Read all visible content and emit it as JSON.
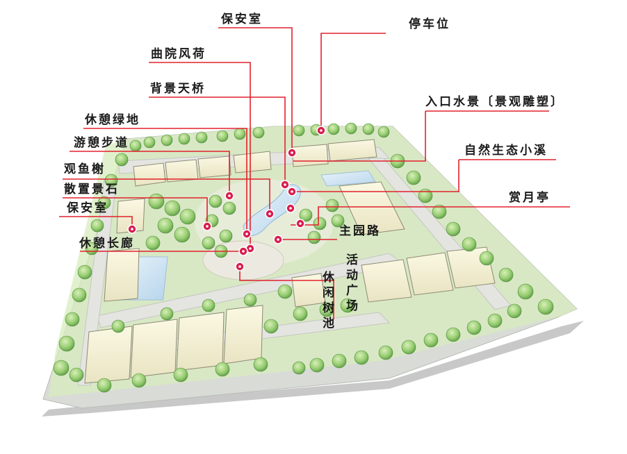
{
  "labels": {
    "security_top": "保安室",
    "parking": "停车位",
    "curved_lotus": "曲院风荷",
    "back_bridge": "背景天桥",
    "entrance_water": "入口水景〔景观雕塑〕",
    "rest_green": "休憩绿地",
    "walk_path": "游憩步道",
    "natural_stream": "自然生态小溪",
    "fish_pavilion": "观鱼榭",
    "scattered_stones": "散置景石",
    "moon_pavilion": "赏月亭",
    "security_left": "保安室",
    "main_road": "主园路",
    "rest_corridor": "休憩长廊",
    "activity_plaza": "活动广场",
    "leisure_pool": "休闲树池"
  },
  "colors": {
    "leader": "#e2202c",
    "pin": "#d91d4f",
    "ground": "#d9dbd6",
    "lawn": "#cfe6b0",
    "tree": "#8cc46a",
    "building_roof": "#f4f1d8",
    "water": "#cfe3f2"
  }
}
